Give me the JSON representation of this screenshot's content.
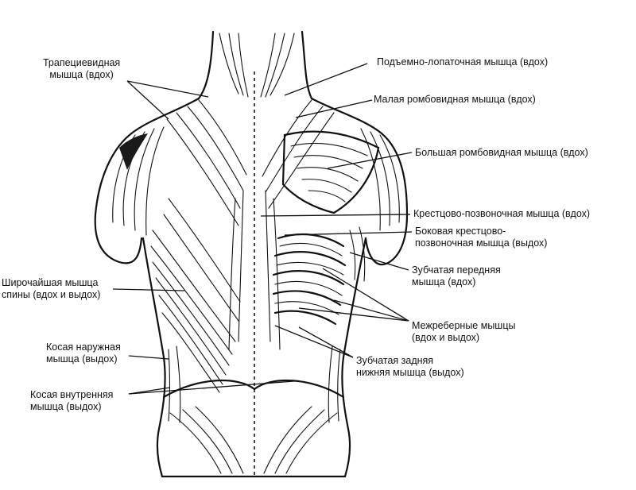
{
  "labels": {
    "trapezius": [
      "Трапециевидная",
      "мышца (вдох)"
    ],
    "levator_scapulae": [
      "Подъемно-лопаточная мышца (вдох)"
    ],
    "rhomboid_minor": [
      "Малая ромбовидная мышца (вдох)"
    ],
    "rhomboid_major": [
      "Большая ромбовидная мышца (вдох)"
    ],
    "erector_spinae": [
      "Крестцово-позвоночная мышца (вдох)"
    ],
    "lateral_erector": [
      "Боковая крестцово-",
      "позвоночная мышца (выдох)"
    ],
    "serratus_anterior": [
      "Зубчатая передняя",
      "мышца (вдох)"
    ],
    "latissimus_dorsi": [
      "Широчайшая мышца",
      "спины (вдох и выдох)"
    ],
    "intercostals": [
      "Межреберные мышцы",
      "(вдох и выдох)"
    ],
    "external_oblique": [
      "Косая наружная",
      "мышца (выдох)"
    ],
    "serratus_posterior_inferior": [
      "Зубчатая задняя",
      "нижняя мышца (выдох)"
    ],
    "internal_oblique": [
      "Косая внутренняя",
      "мышца (выдох)"
    ]
  }
}
